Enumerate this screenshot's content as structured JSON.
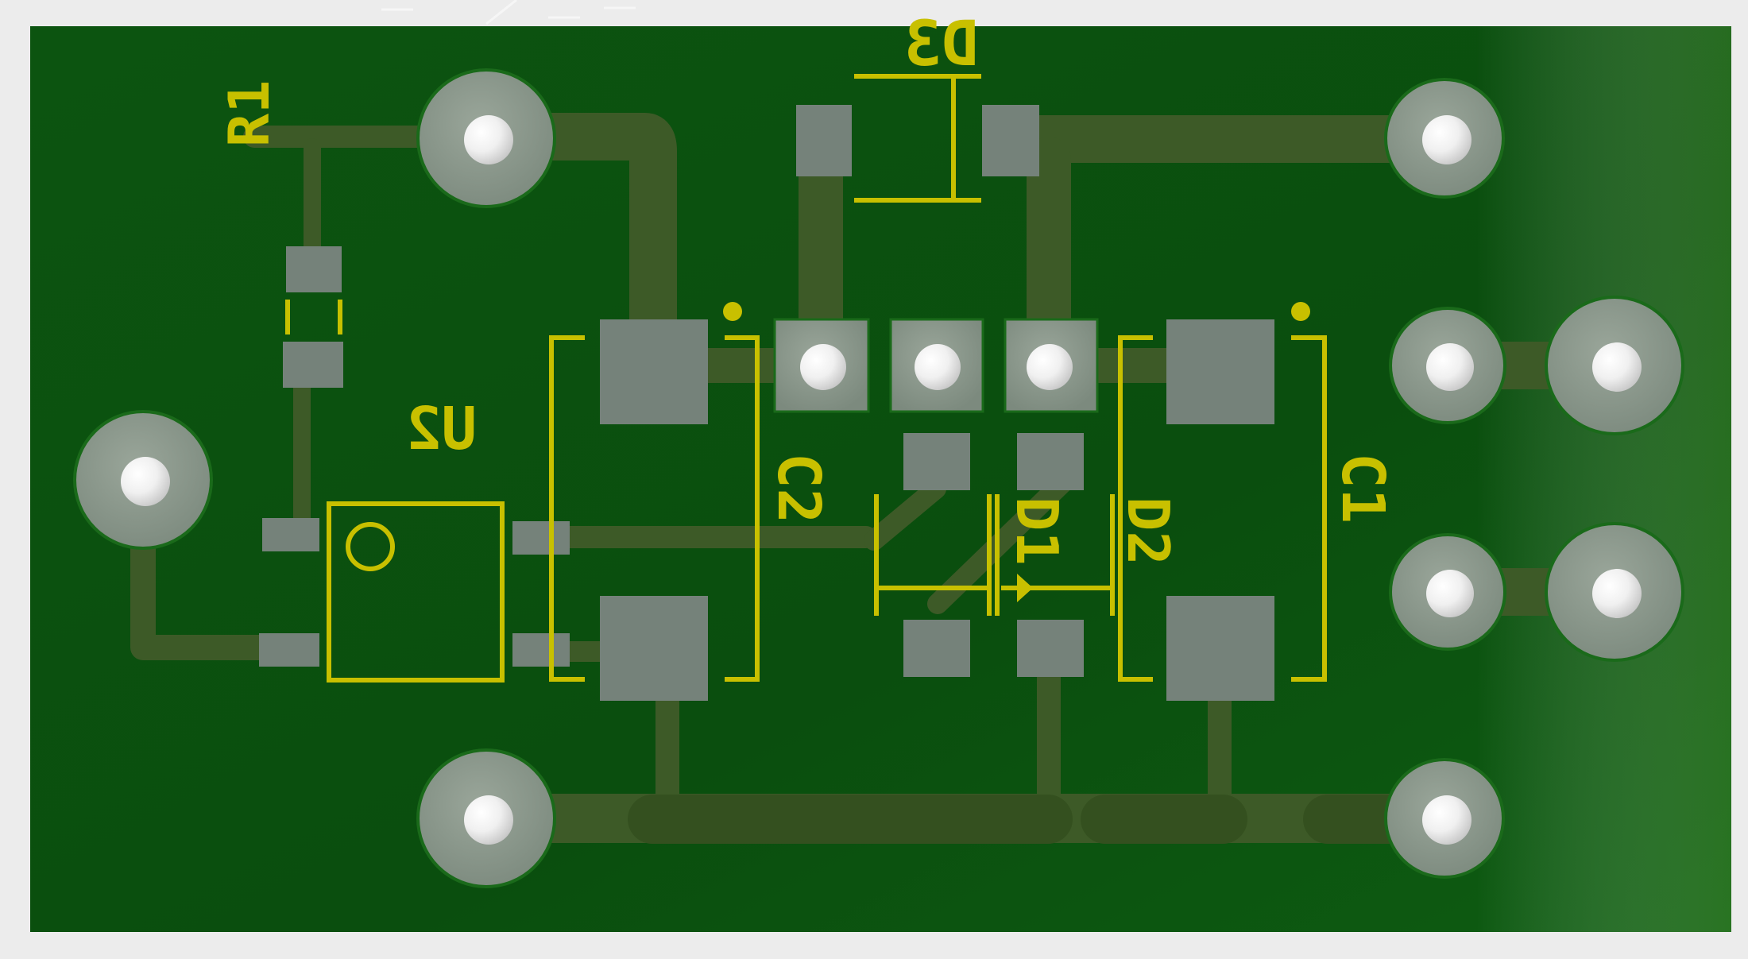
{
  "viewer": {
    "title": "3D PCB board view"
  },
  "board": {
    "colors": {
      "background": "#ececec",
      "soldermask": "#0f5a10",
      "soldermask_dark": "#0a4a0c",
      "trace": "#3c5a26",
      "pad": "#7a8a7c",
      "pad_light": "#8e9a8c",
      "silkscreen": "#c8c000",
      "drill": "#f4f4f4"
    },
    "designators": {
      "r1": "R1",
      "d3": "D3",
      "u2": "U2",
      "c2": "C2",
      "c1": "C1",
      "d1": "D1",
      "d2": "D2"
    }
  },
  "components": [
    {
      "ref": "R1",
      "kind": "resistor",
      "icon": "resistor-footprint"
    },
    {
      "ref": "D3",
      "kind": "diode",
      "icon": "diode-footprint"
    },
    {
      "ref": "U2",
      "kind": "ic",
      "icon": "ic-footprint"
    },
    {
      "ref": "C2",
      "kind": "capacitor",
      "icon": "capacitor-footprint"
    },
    {
      "ref": "C1",
      "kind": "capacitor",
      "icon": "capacitor-footprint"
    },
    {
      "ref": "D1",
      "kind": "diode",
      "icon": "diode-footprint"
    },
    {
      "ref": "D2",
      "kind": "diode",
      "icon": "diode-footprint"
    }
  ]
}
